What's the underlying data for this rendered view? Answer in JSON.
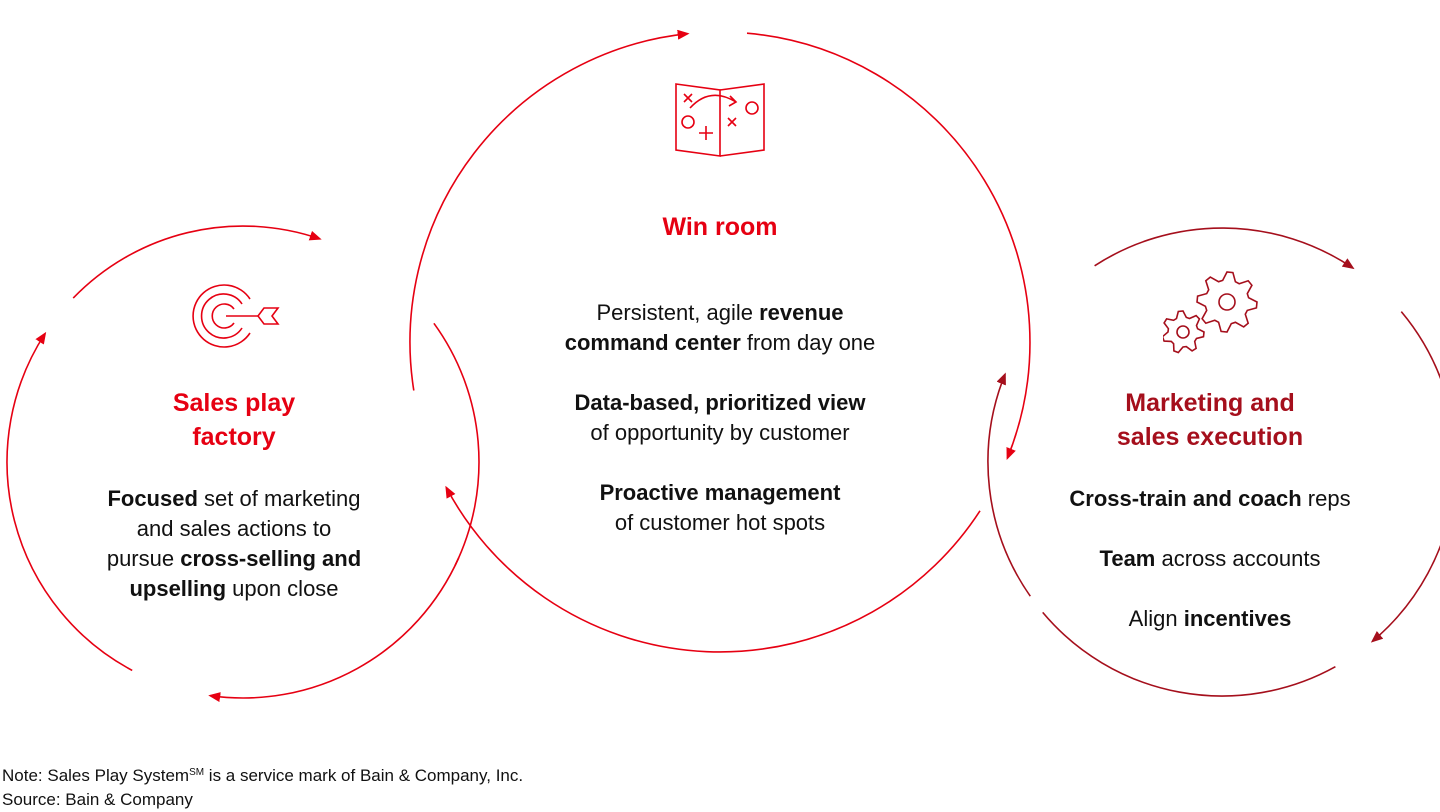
{
  "colors": {
    "red": "#e60012",
    "dark_red": "#a50f1c",
    "text": "#111111"
  },
  "left": {
    "icon": "target-arrow-icon",
    "title_lines": [
      "Sales play",
      "factory"
    ],
    "body": [
      [
        {
          "t": "Focused",
          "b": true
        },
        {
          "t": " set of marketing",
          "b": false
        }
      ],
      [
        {
          "t": "and sales actions to",
          "b": false
        }
      ],
      [
        {
          "t": "pursue ",
          "b": false
        },
        {
          "t": "cross-selling and",
          "b": true
        }
      ],
      [
        {
          "t": "upselling",
          "b": true
        },
        {
          "t": " upon close",
          "b": false
        }
      ]
    ]
  },
  "center": {
    "icon": "playbook-icon",
    "title": "Win room",
    "items": [
      [
        [
          {
            "t": "Persistent, agile ",
            "b": false
          },
          {
            "t": "revenue",
            "b": true
          }
        ],
        [
          {
            "t": "command center",
            "b": true
          },
          {
            "t": " from day one",
            "b": false
          }
        ]
      ],
      [
        [
          {
            "t": "Data-based, prioritized view",
            "b": true
          }
        ],
        [
          {
            "t": "of opportunity by customer",
            "b": false
          }
        ]
      ],
      [
        [
          {
            "t": "Proactive management",
            "b": true
          }
        ],
        [
          {
            "t": "of customer hot spots",
            "b": false
          }
        ]
      ]
    ]
  },
  "right": {
    "icon": "gears-icon",
    "title_lines": [
      "Marketing and",
      "sales execution"
    ],
    "items": [
      [
        [
          {
            "t": "Cross-train and coach",
            "b": true
          },
          {
            "t": " reps",
            "b": false
          }
        ]
      ],
      [
        [
          {
            "t": "Team",
            "b": true
          },
          {
            "t": " across accounts",
            "b": false
          }
        ]
      ],
      [
        [
          {
            "t": "Align ",
            "b": false
          },
          {
            "t": "incentives",
            "b": true
          }
        ]
      ]
    ]
  },
  "footer": {
    "note_prefix": "Note: Sales Play System",
    "note_sup": "SM",
    "note_suffix": " is a service mark of Bain & Company, Inc.",
    "source": "Source: Bain & Company"
  }
}
